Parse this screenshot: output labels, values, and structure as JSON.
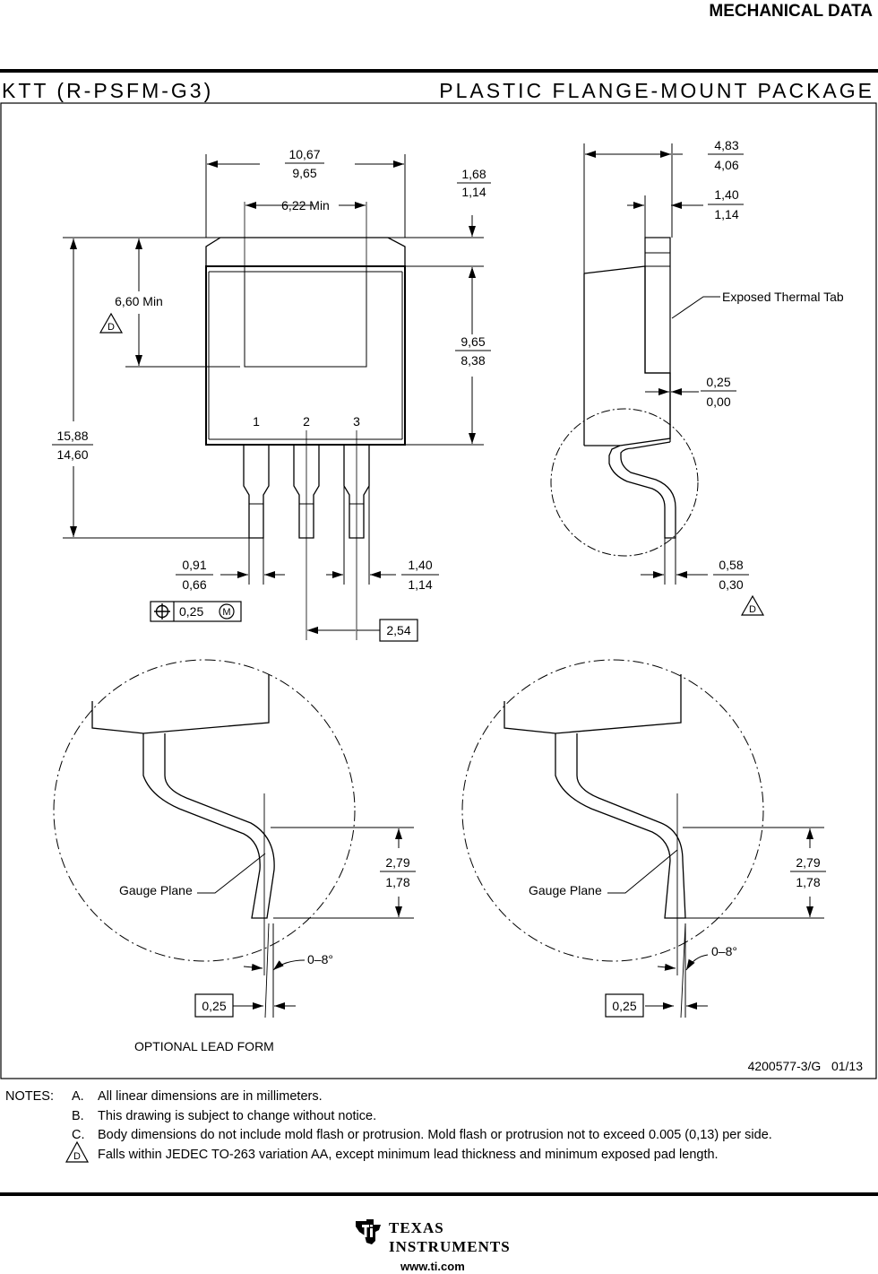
{
  "header": {
    "section": "MECHANICAL DATA"
  },
  "package": {
    "code": "KTT (R-PSFM-G3)",
    "name": "PLASTIC FLANGE-MOUNT PACKAGE"
  },
  "dims": {
    "body_width_max": "10,67",
    "body_width_min": "9,65",
    "inner_width": "6,22 Min",
    "tab_top_max": "1,68",
    "tab_top_min": "1,14",
    "pad_height": "6,60 Min",
    "body_height_max": "9,65",
    "body_height_min": "8,38",
    "total_height_max": "15,88",
    "total_height_min": "14,60",
    "lead_width_max": "0,91",
    "lead_width_min": "0,66",
    "lead_width2_max": "1,40",
    "lead_width2_min": "1,14",
    "position_tol": "0,25",
    "tol_modifier": "M",
    "pitch": "2,54",
    "side_height_max": "4,83",
    "side_height_min": "4,06",
    "tab_thick_max": "1,40",
    "tab_thick_min": "1,14",
    "standoff_max": "0,25",
    "standoff_min": "0,00",
    "lead_thick_max": "0,58",
    "lead_thick_min": "0,30",
    "foot_max": "2,79",
    "foot_min": "1,78",
    "angle": "0–8°",
    "gauge": "0,25"
  },
  "pins": [
    "1",
    "2",
    "3"
  ],
  "labels": {
    "exposed_tab": "Exposed Thermal Tab",
    "gauge_plane": "Gauge Plane",
    "optional_lead": "OPTIONAL LEAD FORM",
    "drawing_number": "4200577-3/G   01/13",
    "note_flag": "D"
  },
  "notes": {
    "heading": "NOTES:",
    "items": [
      {
        "letter": "A.",
        "text": "All linear dimensions are in millimeters."
      },
      {
        "letter": "B.",
        "text": "This drawing is subject to change without notice."
      },
      {
        "letter": "C.",
        "text": "Body dimensions do not include mold flash or protrusion.  Mold flash or protrusion not to exceed 0.005 (0,13) per side."
      },
      {
        "letter": "",
        "text": "Falls within JEDEC TO-263 variation AA, except minimum lead thickness and minimum exposed pad length."
      }
    ]
  },
  "footer": {
    "brand_line1": "TEXAS",
    "brand_line2": "INSTRUMENTS",
    "url": "www.ti.com"
  }
}
